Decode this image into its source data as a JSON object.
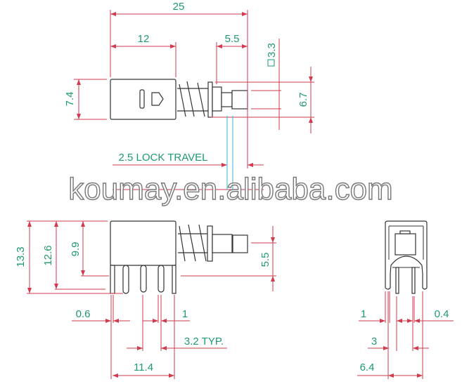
{
  "top_view": {
    "overall_length": "25",
    "body_length": "12",
    "button_length": "5.5",
    "button_square": "3.3",
    "body_height": "7.4",
    "flange_height": "6.7",
    "lock_travel": "2.5 LOCK TRAVEL"
  },
  "watermark": "koumay.en.alibaba.com",
  "side_view": {
    "total_height": "13.3",
    "height_2": "12.6",
    "body_height": "9.9",
    "button_center": "5.5",
    "pin_thickness": "0.6",
    "pin_width": "1",
    "pin_pitch": "3.2 TYP.",
    "pin_span": "11.4"
  },
  "front_view": {
    "leg_width": "1",
    "pin_width": "0.4",
    "pin_spacing": "3",
    "leg_span": "6.4"
  },
  "colors": {
    "dimension": "#d23a4e",
    "label": "#1e9a6c",
    "travel": "#3cb6d6"
  }
}
